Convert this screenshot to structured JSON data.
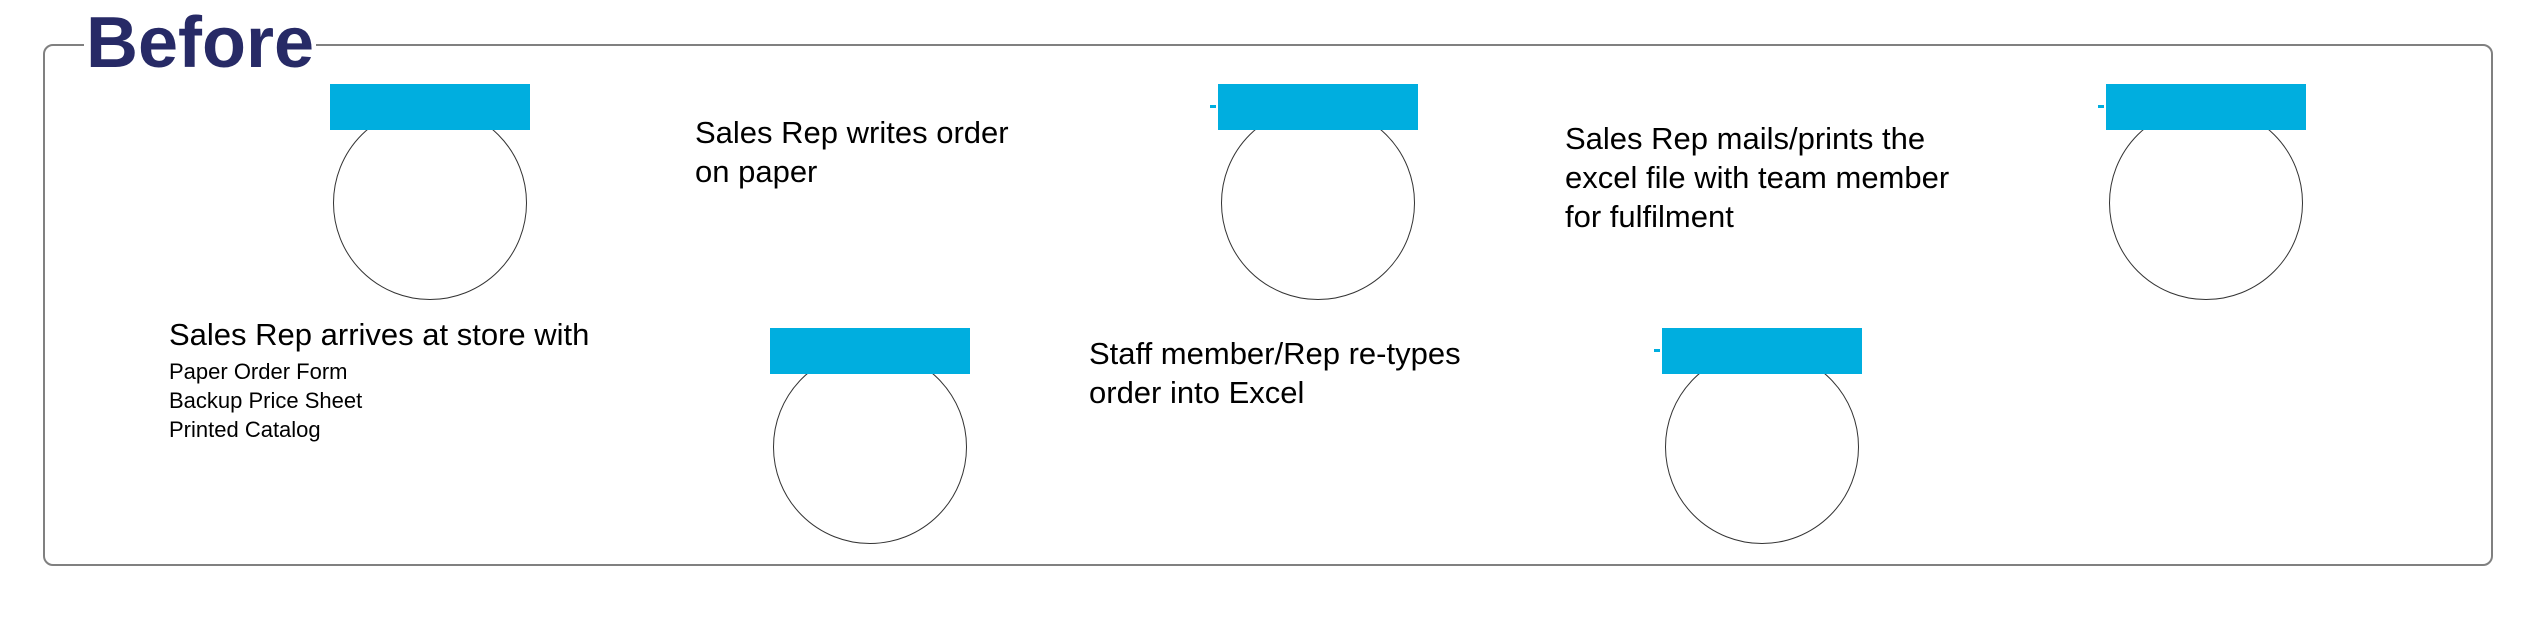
{
  "title": "Before",
  "colors": {
    "title": "#272a66",
    "step_bar": "#00aedf",
    "frame_border": "#808080",
    "circle_border": "#333333"
  },
  "steps": [
    {
      "lines": [
        "Sales Rep arrives at store with"
      ],
      "items": [
        "Paper Order Form",
        "Backup Price Sheet",
        "Printed Catalog"
      ]
    },
    {
      "lines": [
        "Sales Rep writes order",
        "on paper"
      ]
    },
    {
      "lines": [
        "Staff member/Rep re-types",
        "order into Excel"
      ]
    },
    {
      "lines": [
        "Sales Rep mails/prints the",
        "excel file with team member",
        "for fulfilment"
      ]
    }
  ]
}
